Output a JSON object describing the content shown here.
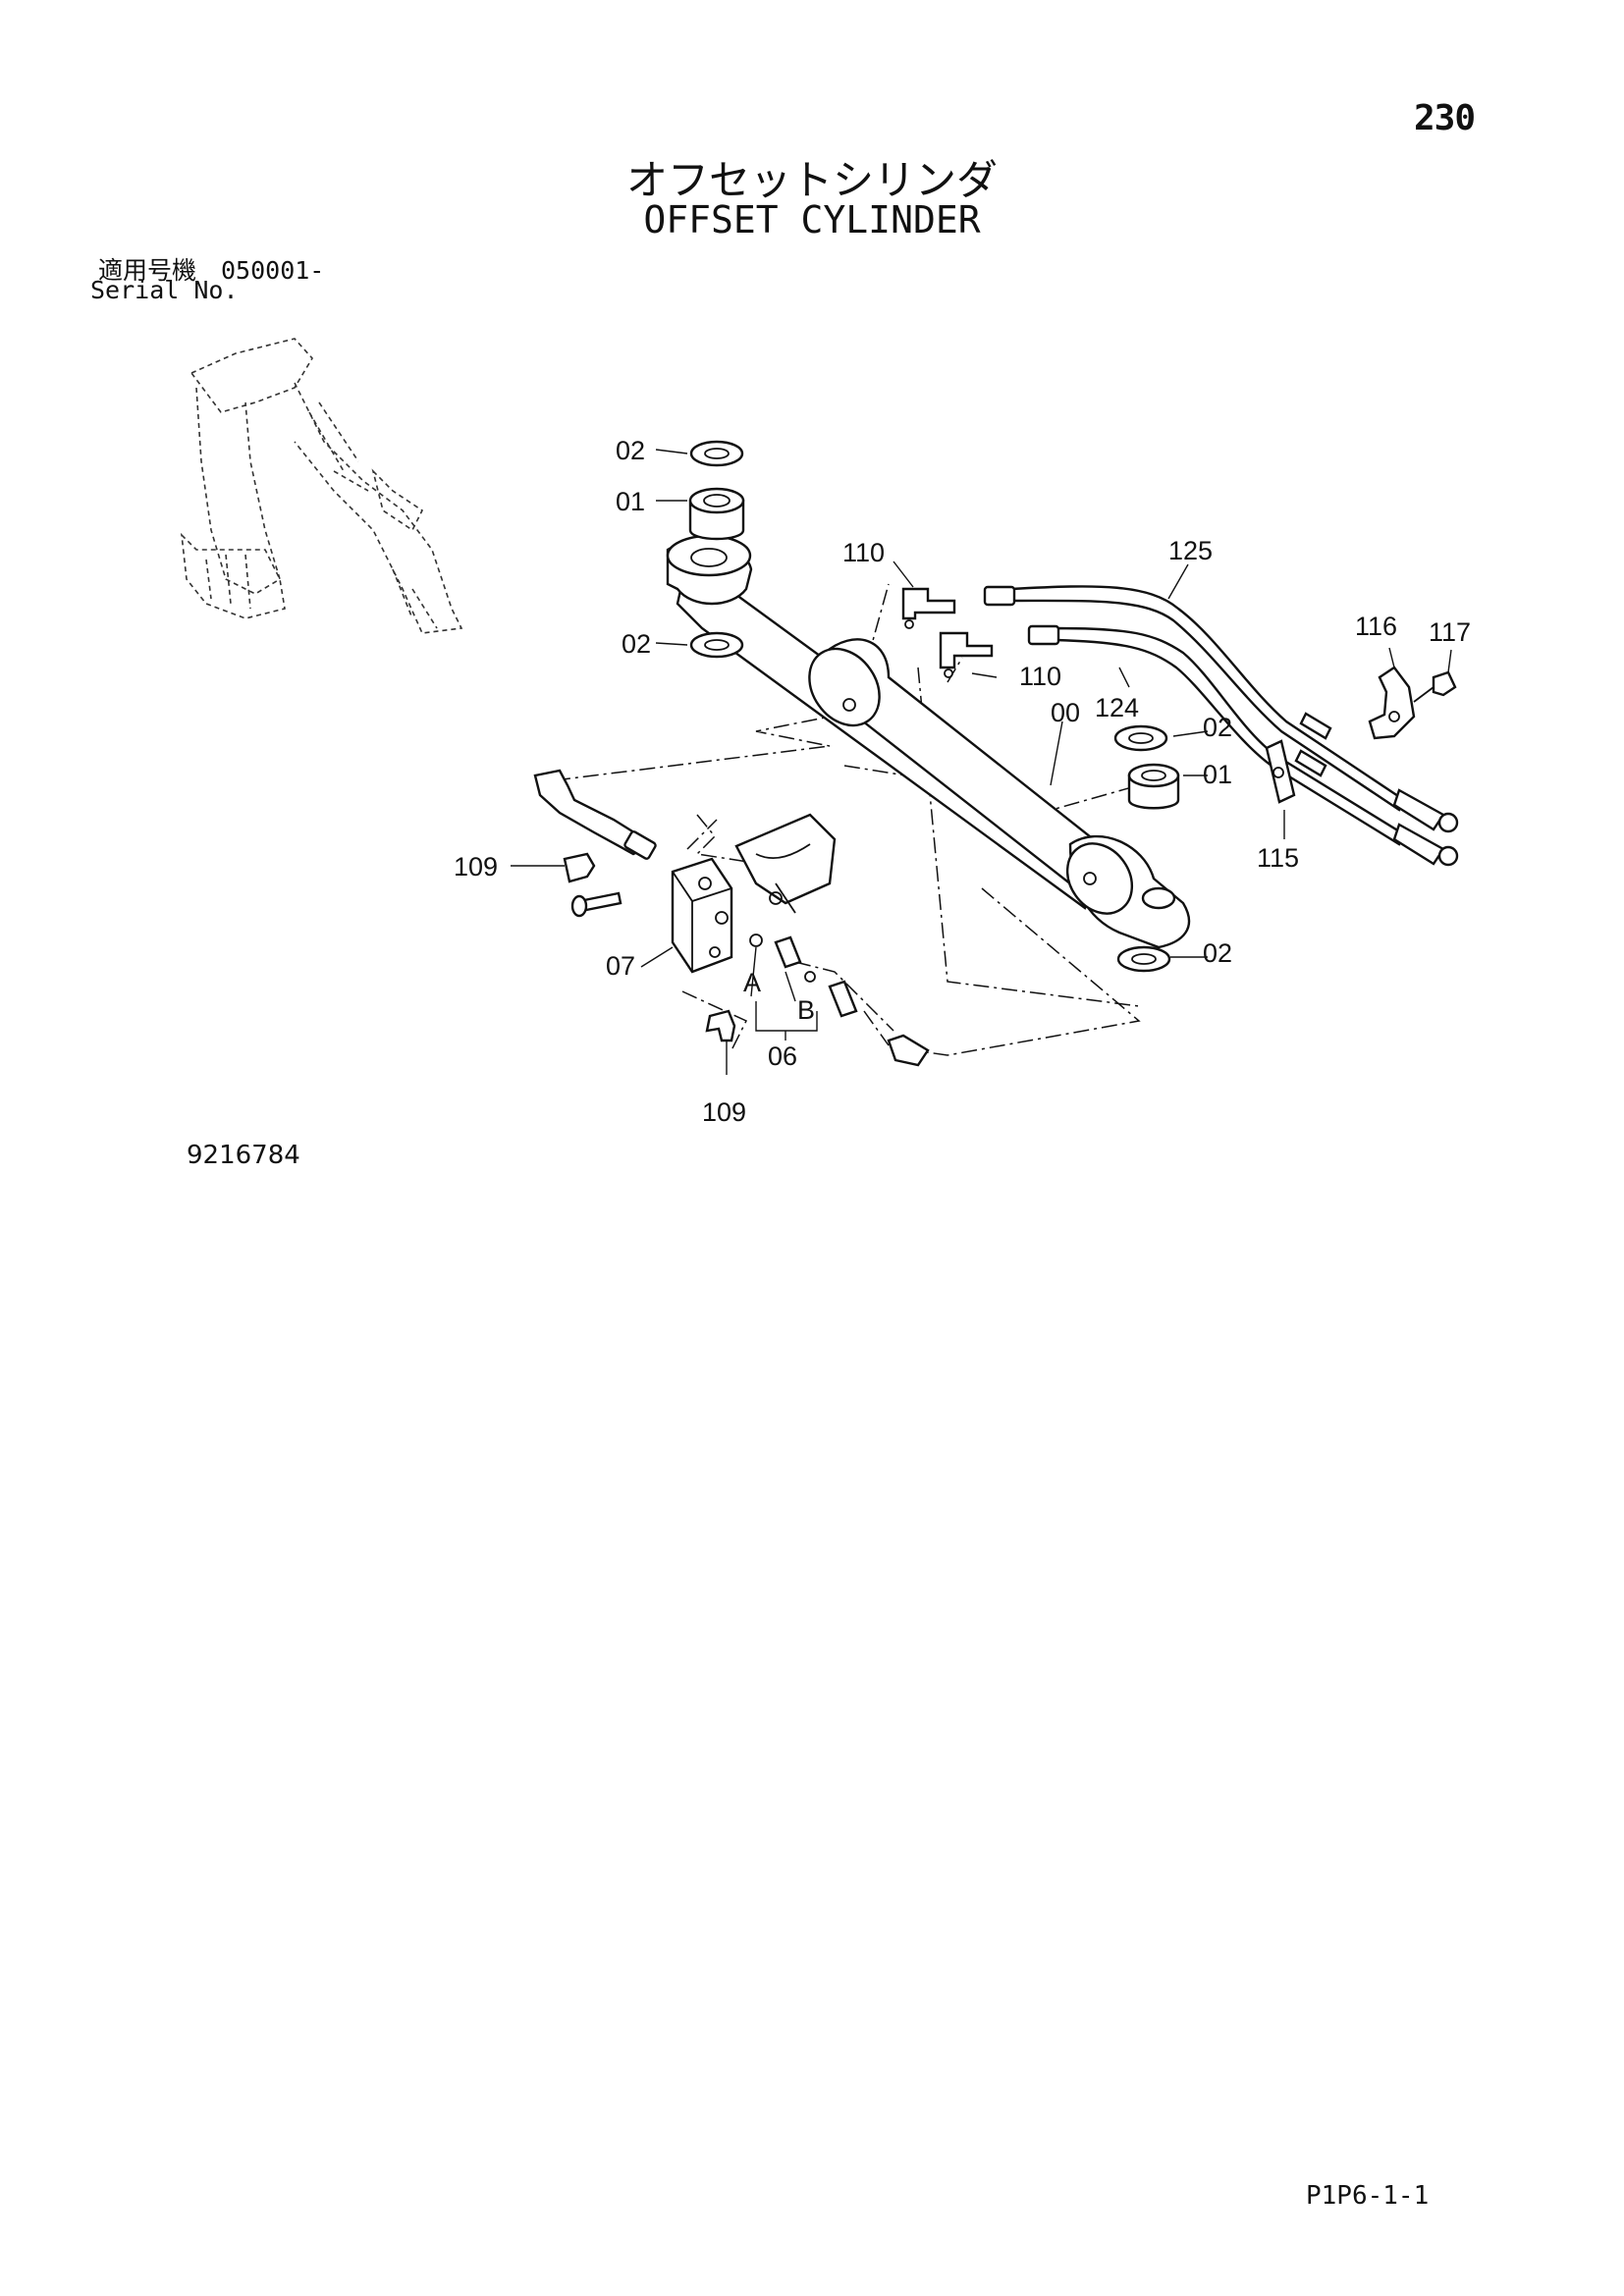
{
  "header": {
    "page_number": "230",
    "title_jp": "オフセットシリンダ",
    "title_en": "OFFSET CYLINDER",
    "serial_label_jp": "適用号機　050001-",
    "serial_label_en": "Serial No."
  },
  "diagram": {
    "callouts": {
      "c02_top": "02",
      "c01_top": "01",
      "c02_mid": "02",
      "c110_a": "110",
      "c125": "125",
      "c110_b": "110",
      "c124": "124",
      "c116": "116",
      "c117": "117",
      "c00": "00",
      "c02_right": "02",
      "c01_right": "01",
      "c115": "115",
      "c109_left": "109",
      "c07": "07",
      "cA": "A",
      "cB": "B",
      "c06": "06",
      "c02_bottom": "02",
      "c109_bottom": "109"
    }
  },
  "footer": {
    "drawing_number": "9216784",
    "page_code": "P1P6-1-1"
  }
}
